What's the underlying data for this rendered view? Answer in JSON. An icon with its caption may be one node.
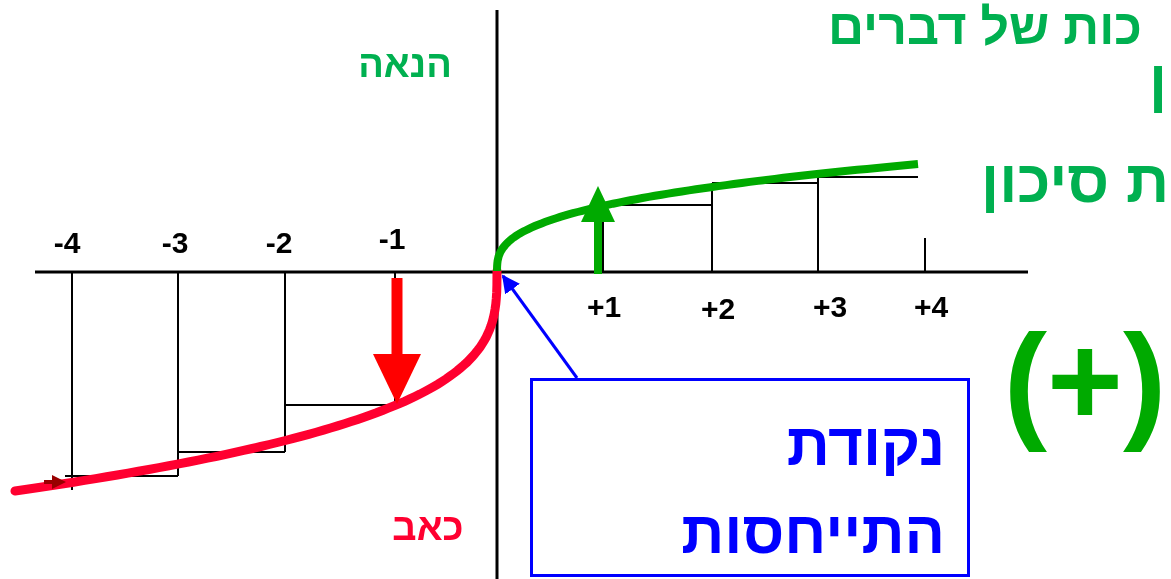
{
  "diagram": {
    "nodes": [
      {
        "text": [
          "נקודת התייחסות"
        ]
      },
      {
        "text": [],
        "shape": "curve"
      }
    ],
    "edges": [
      {
        "from": 0,
        "to": 1,
        "arrow": "to",
        "color": "#0000ff"
      }
    ],
    "labels": [
      "כות של דברים",
      "ן",
      "הנאה",
      "ת סיכון",
      "-4",
      "-3",
      "-2",
      "-1",
      "+1",
      "+2",
      "+3",
      "+4",
      "(+)",
      "כאב"
    ]
  }
}
